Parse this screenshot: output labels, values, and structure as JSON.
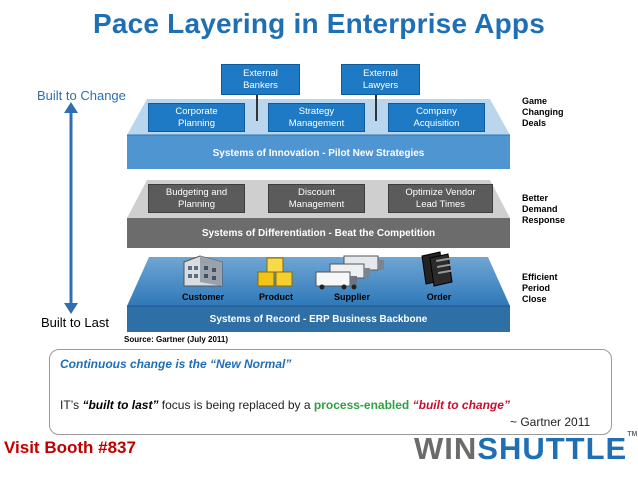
{
  "title": "Pace Layering in Enterprise Apps",
  "left_labels": {
    "top": "Built to Change",
    "bottom": "Built to Last"
  },
  "innovation": {
    "raised_boxes": [
      "External\nBankers",
      "External\nLawyers"
    ],
    "boxes": [
      "Corporate\nPlanning",
      "Strategy\nManagement",
      "Company\nAcquisition"
    ],
    "bar": "Systems of Innovation - Pilot New Strategies",
    "right_label": "Game\nChanging\nDeals"
  },
  "differentiation": {
    "boxes": [
      "Budgeting and\nPlanning",
      "Discount\nManagement",
      "Optimize Vendor\nLead Times"
    ],
    "bar": "Systems of Differentiation - Beat the Competition",
    "right_label": "Better\nDemand\nResponse"
  },
  "record": {
    "icons": [
      {
        "label": "Customer",
        "icon": "building-icon"
      },
      {
        "label": "Product",
        "icon": "boxes-icon"
      },
      {
        "label": "Supplier",
        "icon": "trucks-icon"
      },
      {
        "label": "Order",
        "icon": "documents-icon"
      }
    ],
    "bar": "Systems of Record - ERP Business Backbone",
    "right_label": "Efficient\nPeriod\nClose"
  },
  "source": "Source: Gartner (July 2011)",
  "quote": {
    "line1": "Continuous change is the “New Normal”",
    "line2_prefix": "IT’s ",
    "line2_built_last": "“built to last”",
    "line2_mid": " focus is being replaced by a ",
    "line2_process": "process-enabled",
    "line2_space": " ",
    "line2_built_change": "“built to change”",
    "attribution": "~ Gartner 2011"
  },
  "footer": {
    "visit": "Visit Booth #837",
    "logo_part1": "WIN",
    "logo_part2": "SHUTTLE",
    "logo_tm": "TM"
  },
  "colors": {
    "title_blue": "#1f6fb5",
    "innovation_blue": "#1e7ac4",
    "differentiation_gray": "#5b5b5b",
    "record_blue": "#2a6fa8",
    "visit_red": "#c00000",
    "process_green": "#2ea043",
    "change_red": "#c8102e"
  }
}
